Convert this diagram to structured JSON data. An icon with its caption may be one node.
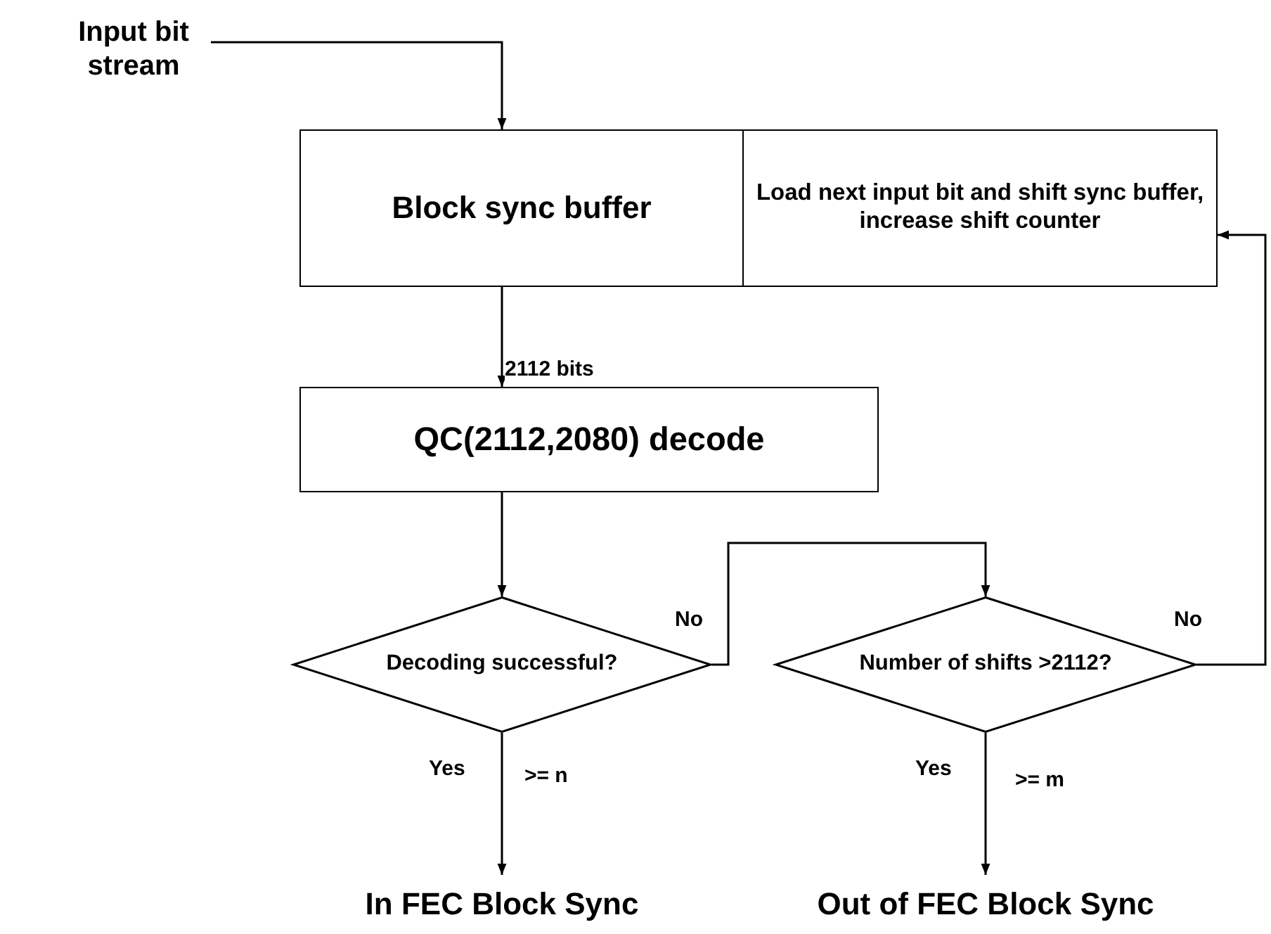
{
  "diagram": {
    "nodes": [
      {
        "text": [
          "Input bit stream"
        ]
      },
      {
        "text": [
          "Block sync buffer"
        ]
      },
      {
        "text": [
          "Load next input bit and shift sync buffer, increase shift counter"
        ]
      },
      {
        "text": [
          "QC(2112,2080) decode"
        ]
      },
      {
        "text": [
          "Decoding successful?"
        ]
      },
      {
        "text": [
          "Number of shifts >2112?"
        ]
      },
      {
        "text": [
          "In FEC Block Sync"
        ]
      },
      {
        "text": [
          "Out of FEC Block Sync"
        ]
      }
    ],
    "edges": [
      {
        "from": 0,
        "to": 1,
        "arrow": "to"
      },
      {
        "from": 1,
        "to": 3,
        "arrow": "to",
        "label": "2112 bits"
      },
      {
        "from": 3,
        "to": 4,
        "arrow": "to"
      },
      {
        "from": 4,
        "to": 5,
        "arrow": "to",
        "label": "No"
      },
      {
        "from": 4,
        "to": 6,
        "arrow": "to",
        "label": "Yes"
      },
      {
        "from": 5,
        "to": 7,
        "arrow": "to",
        "label": "Yes"
      },
      {
        "from": 5,
        "to": 2,
        "arrow": "to",
        "label": "No"
      }
    ],
    "labels": [
      ">= n",
      ">= m"
    ]
  }
}
